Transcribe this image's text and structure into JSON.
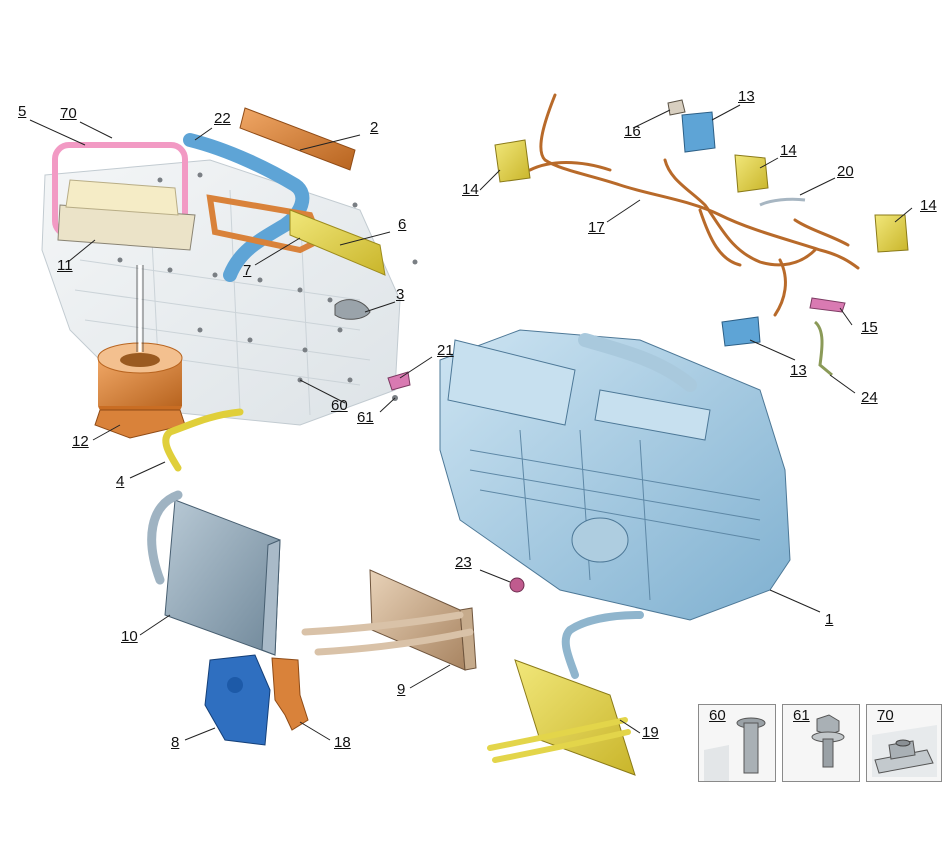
{
  "callouts": {
    "c1": "1",
    "c2": "2",
    "c3": "3",
    "c4": "4",
    "c5": "5",
    "c6": "6",
    "c7": "7",
    "c8": "8",
    "c9": "9",
    "c10": "10",
    "c11": "11",
    "c12": "12",
    "c13a": "13",
    "c13b": "13",
    "c14a": "14",
    "c14b": "14",
    "c14c": "14",
    "c15": "15",
    "c16": "16",
    "c17": "17",
    "c18": "18",
    "c19": "19",
    "c20": "20",
    "c21": "21",
    "c22": "22",
    "c23": "23",
    "c24": "24",
    "c60": "60",
    "c61": "61",
    "c70": "70"
  },
  "detail_boxes": {
    "b60": "60",
    "b61": "61",
    "b70": "70"
  },
  "colors": {
    "pink": "#f29ac4",
    "orange": "#d9823a",
    "blue": "#5ea4d6",
    "yellow": "#e0cf3a",
    "housing": "#9fc6de",
    "grey": "#c9d1d6",
    "steel": "#8fa6b8",
    "copper": "#c8a07a",
    "navy": "#2f6fc0"
  }
}
